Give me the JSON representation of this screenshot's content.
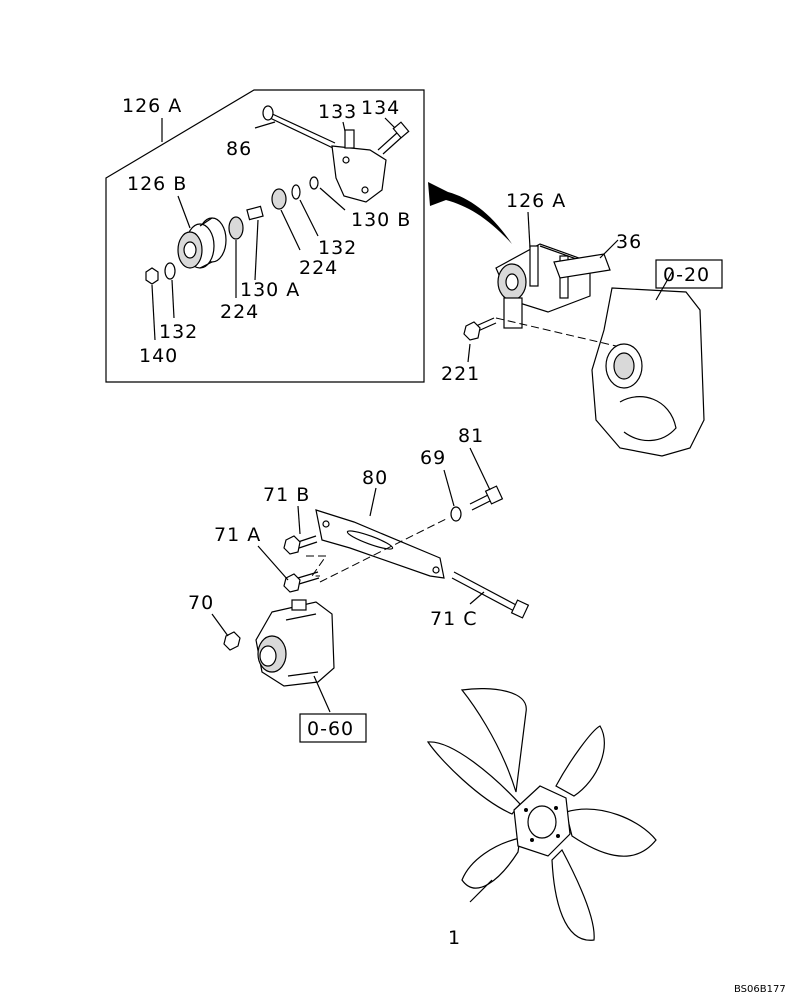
{
  "labels": {
    "l126a_top": "126 A",
    "l133": "133",
    "l134": "134",
    "l86": "86",
    "l126b": "126 B",
    "l130b": "130 B",
    "l132_inner": "132",
    "l224_inner": "224",
    "l130a": "130 A",
    "l224_lower": "224",
    "l132_lower": "132",
    "l140": "140",
    "l126a_right": "126 A",
    "l36": "36",
    "l020": "0-20",
    "l221": "221",
    "l81": "81",
    "l69": "69",
    "l80": "80",
    "l71b": "71 B",
    "l71a": "71 A",
    "l70": "70",
    "l71c": "71 C",
    "l060": "0-60",
    "l1": "1",
    "code": "BS06B177"
  }
}
